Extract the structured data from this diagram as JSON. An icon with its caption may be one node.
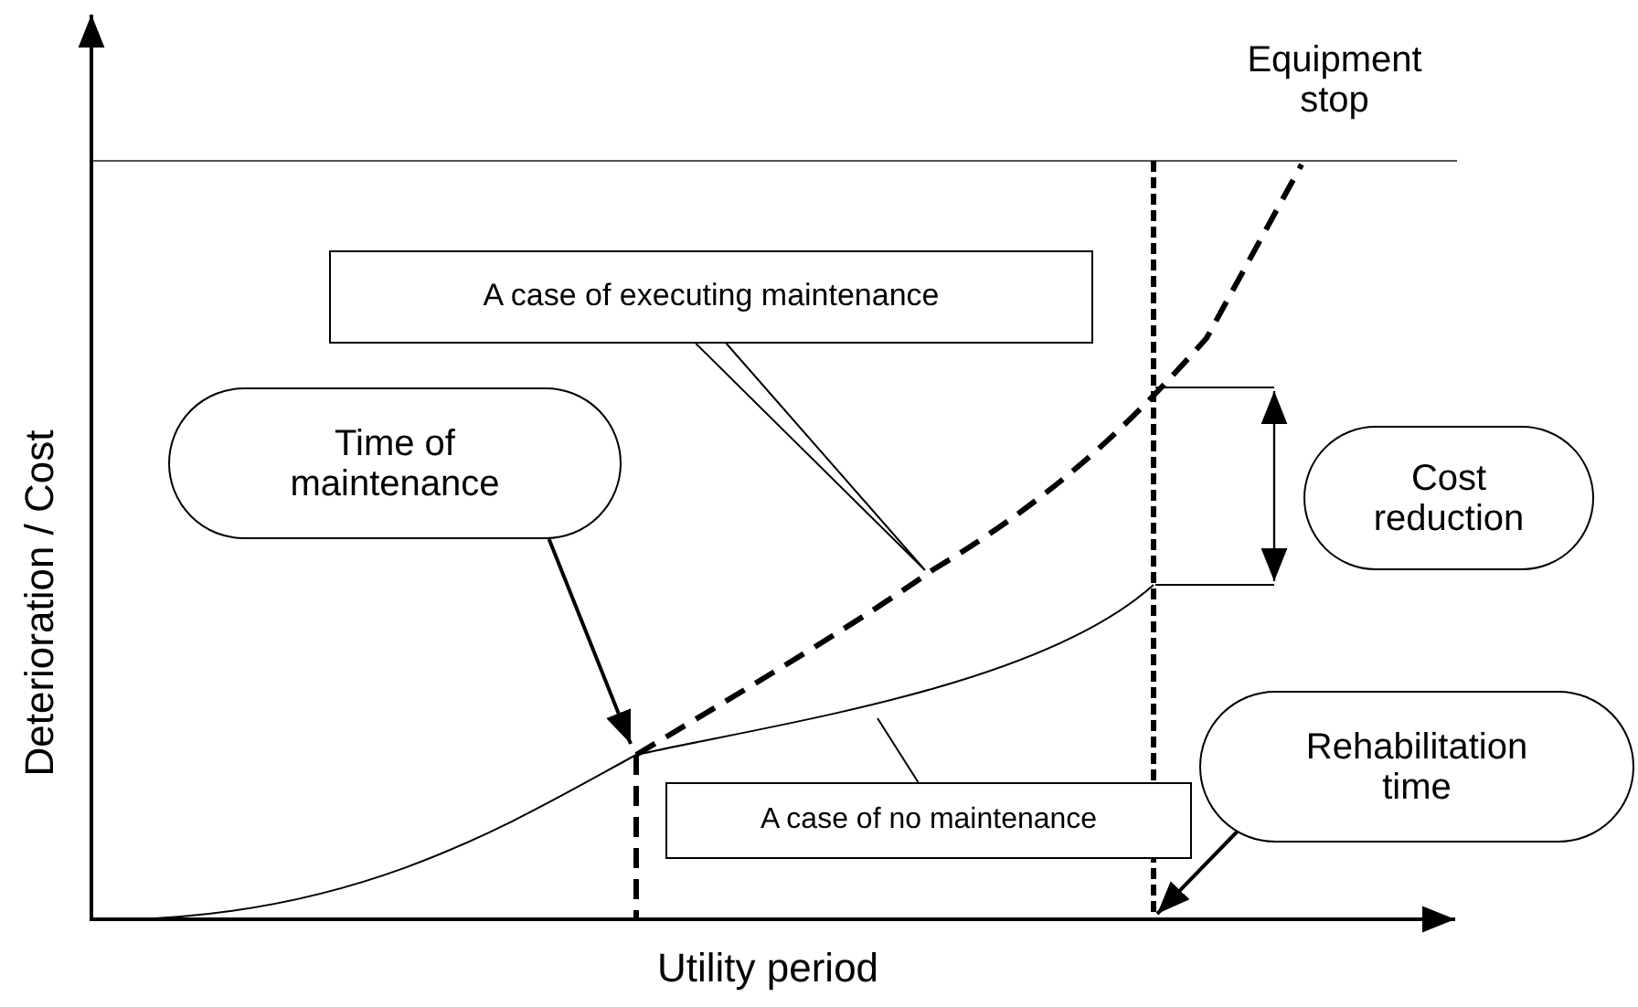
{
  "diagram": {
    "nodes": [
      {
        "text": [
          "A case of executing maintenance"
        ]
      },
      {
        "text": [
          "Time of maintenance"
        ]
      },
      {
        "text": [
          "Cost reduction"
        ]
      },
      {
        "text": [
          "Rehabilitation time"
        ]
      },
      {
        "text": [
          "A case of no maintenance"
        ]
      }
    ],
    "edges": [
      {
        "from": 0,
        "to": null,
        "arrow": "none"
      },
      {
        "from": 1,
        "to": null,
        "arrow": "to"
      },
      {
        "from": 4,
        "to": null,
        "arrow": "none"
      },
      {
        "from": 3,
        "to": null,
        "arrow": "to"
      }
    ],
    "labels": [
      "Equipment stop",
      "Deterioration / Cost",
      "Utility period"
    ]
  }
}
